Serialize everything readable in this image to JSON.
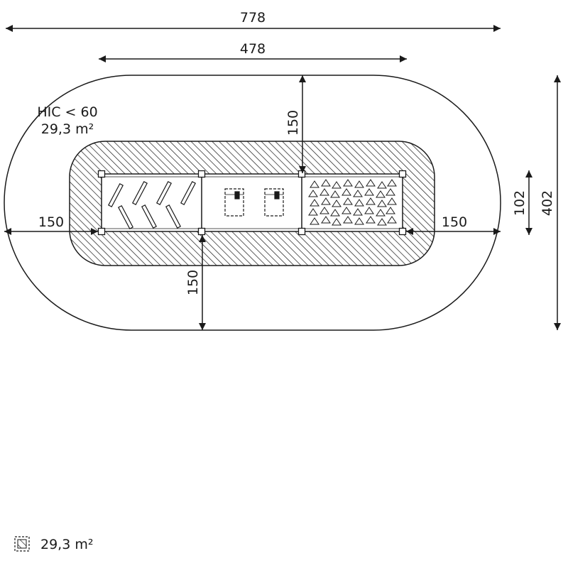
{
  "safety_zone": {
    "hic_label": "HIC < 60",
    "area_label": "29,3 m²"
  },
  "dimensions": {
    "overall_width": "778",
    "equipment_width": "478",
    "top_clearance": "150",
    "left_clearance": "150",
    "right_clearance": "150",
    "bottom_clearance": "150",
    "equipment_depth": "102",
    "overall_depth": "402"
  },
  "legend": {
    "icon": "hatched-surface-icon",
    "area_label": "29,3 m²"
  },
  "colors": {
    "stroke": "#1a1a1a",
    "background": "#ffffff"
  }
}
